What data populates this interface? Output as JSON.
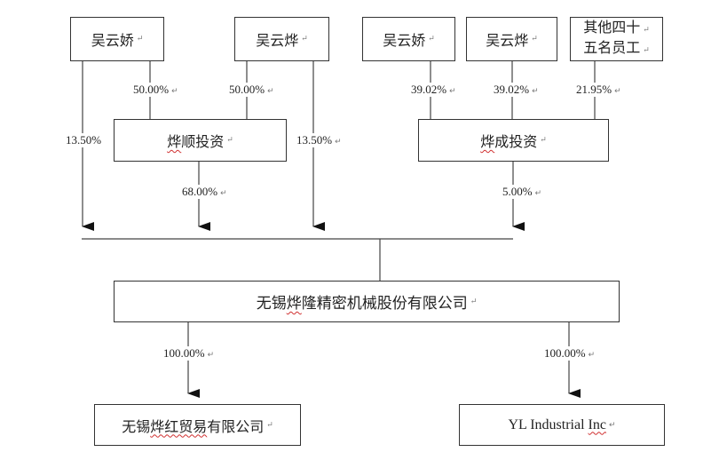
{
  "shareholders": [
    {
      "name": "吴云娇"
    },
    {
      "name": "吴云烨"
    },
    {
      "name": "吴云娇"
    },
    {
      "name": "吴云烨"
    },
    {
      "name_line1": "其他四十",
      "name_line2": "五名员工"
    }
  ],
  "holdings": {
    "yeshun": {
      "name_prefix": "烨",
      "name_rest": "顺投资",
      "owners_pct": [
        "50.00%",
        "50.00%"
      ],
      "to_company_pct": "68.00%"
    },
    "yecheng": {
      "name_prefix": "烨",
      "name_rest": "成投资",
      "owners_pct": [
        "39.02%",
        "39.02%",
        "21.95%"
      ],
      "to_company_pct": "5.00%"
    }
  },
  "direct_pct": {
    "wu_yunjiao": "13.50%",
    "wu_yunye": "13.50%"
  },
  "company": {
    "name_a": "无锡",
    "name_wavy": "烨",
    "name_b": "隆精密机械股份有限公司"
  },
  "subsidiaries": [
    {
      "name_a": "无锡",
      "name_wavy": "烨红贸易",
      "name_b": "有限公司",
      "pct": "100.00%"
    },
    {
      "name_a": "YL Industrial ",
      "name_wavy": "Inc",
      "name_b": "",
      "pct": "100.00%"
    }
  ],
  "paragraph_mark": "↵"
}
